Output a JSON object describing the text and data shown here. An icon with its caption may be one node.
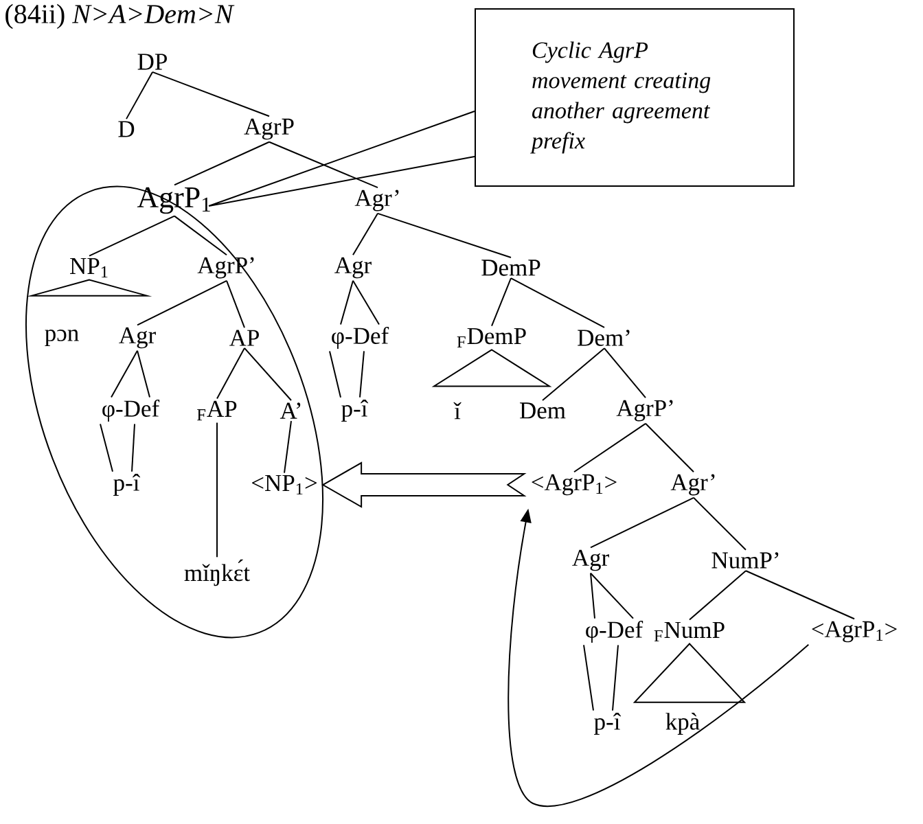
{
  "diagram": {
    "title": "(84ii) *N>A>Dem>N*",
    "nodes": [
      {
        "text": [
          "DP"
        ]
      },
      {
        "text": [
          "D"
        ]
      },
      {
        "text": [
          "AgrP"
        ]
      },
      {
        "text": [
          "AgrP$_{1}$"
        ]
      },
      {
        "text": [
          "Agr’"
        ]
      },
      {
        "text": [
          "NP$_{1}$"
        ]
      },
      {
        "text": [
          "AgrP’"
        ]
      },
      {
        "text": [
          "Agr"
        ]
      },
      {
        "text": [
          "DemP"
        ]
      },
      {
        "text": [
          "pɔn"
        ]
      },
      {
        "text": [
          "Agr"
        ]
      },
      {
        "text": [
          "AP"
        ]
      },
      {
        "text": [
          "φ-Def"
        ]
      },
      {
        "text": [
          "$_{F}$DemP"
        ]
      },
      {
        "text": [
          "Dem’"
        ]
      },
      {
        "text": [
          "φ-Def"
        ]
      },
      {
        "text": [
          "$_{F}$AP"
        ]
      },
      {
        "text": [
          "A’"
        ]
      },
      {
        "text": [
          "p-î"
        ]
      },
      {
        "text": [
          "ǐ"
        ]
      },
      {
        "text": [
          "Dem"
        ]
      },
      {
        "text": [
          "AgrP’"
        ]
      },
      {
        "text": [
          "p-î"
        ]
      },
      {
        "text": [
          "<NP$_{1}$>"
        ]
      },
      {
        "text": [
          "mǐŋkɛ́t"
        ]
      },
      {
        "text": [
          "<AgrP$_{1}$>"
        ]
      },
      {
        "text": [
          "Agr’"
        ]
      },
      {
        "text": [
          "Agr"
        ]
      },
      {
        "text": [
          "NumP’"
        ]
      },
      {
        "text": [
          "φ-Def"
        ]
      },
      {
        "text": [
          "$_{F}$NumP"
        ]
      },
      {
        "text": [
          "<AgrP$_{1}$>"
        ]
      },
      {
        "text": [
          "p-î"
        ]
      },
      {
        "text": [
          "kpà"
        ]
      },
      {
        "text": [
          "Cyclic AgrP movement creating another agreement prefix"
        ]
      }
    ],
    "edges": [
      {
        "from": 0,
        "to": 1,
        "arrow": "none"
      },
      {
        "from": 0,
        "to": 2,
        "arrow": "none"
      },
      {
        "from": 2,
        "to": 3,
        "arrow": "none"
      },
      {
        "from": 2,
        "to": 4,
        "arrow": "none"
      },
      {
        "from": 3,
        "to": 5,
        "arrow": "none"
      },
      {
        "from": 3,
        "to": 6,
        "arrow": "none"
      },
      {
        "from": 4,
        "to": 7,
        "arrow": "none"
      },
      {
        "from": 4,
        "to": 8,
        "arrow": "none"
      },
      {
        "from": 5,
        "to": 9,
        "arrow": "none"
      },
      {
        "from": 6,
        "to": 10,
        "arrow": "none"
      },
      {
        "from": 6,
        "to": 11,
        "arrow": "none"
      },
      {
        "from": 7,
        "to": 12,
        "arrow": "none"
      },
      {
        "from": 7,
        "to": 12,
        "arrow": "none"
      },
      {
        "from": 8,
        "to": 13,
        "arrow": "none"
      },
      {
        "from": 8,
        "to": 14,
        "arrow": "none"
      },
      {
        "from": 10,
        "to": 15,
        "arrow": "none"
      },
      {
        "from": 10,
        "to": 15,
        "arrow": "none"
      },
      {
        "from": 11,
        "to": 16,
        "arrow": "none"
      },
      {
        "from": 11,
        "to": 17,
        "arrow": "none"
      },
      {
        "from": 12,
        "to": 18,
        "arrow": "none"
      },
      {
        "from": 12,
        "to": 18,
        "arrow": "none"
      },
      {
        "from": 13,
        "to": 19,
        "arrow": "none"
      },
      {
        "from": 14,
        "to": 20,
        "arrow": "none"
      },
      {
        "from": 14,
        "to": 21,
        "arrow": "none"
      },
      {
        "from": 15,
        "to": 22,
        "arrow": "none"
      },
      {
        "from": 15,
        "to": 22,
        "arrow": "none"
      },
      {
        "from": 16,
        "to": 24,
        "arrow": "none"
      },
      {
        "from": 17,
        "to": 23,
        "arrow": "none"
      },
      {
        "from": 21,
        "to": 25,
        "arrow": "none"
      },
      {
        "from": 21,
        "to": 26,
        "arrow": "none"
      },
      {
        "from": 26,
        "to": 27,
        "arrow": "none"
      },
      {
        "from": 26,
        "to": 28,
        "arrow": "none"
      },
      {
        "from": 27,
        "to": 29,
        "arrow": "none"
      },
      {
        "from": 27,
        "to": 29,
        "arrow": "none"
      },
      {
        "from": 28,
        "to": 30,
        "arrow": "none"
      },
      {
        "from": 28,
        "to": 31,
        "arrow": "none"
      },
      {
        "from": 29,
        "to": 32,
        "arrow": "none"
      },
      {
        "from": 29,
        "to": 32,
        "arrow": "none"
      },
      {
        "from": 30,
        "to": 33,
        "arrow": "none"
      },
      {
        "from": 34,
        "to": 3,
        "arrow": "none"
      },
      {
        "from": 25,
        "to": 23,
        "arrow": "to",
        "style": "thick"
      },
      {
        "from": 31,
        "to": 25,
        "arrow": "to"
      }
    ]
  }
}
